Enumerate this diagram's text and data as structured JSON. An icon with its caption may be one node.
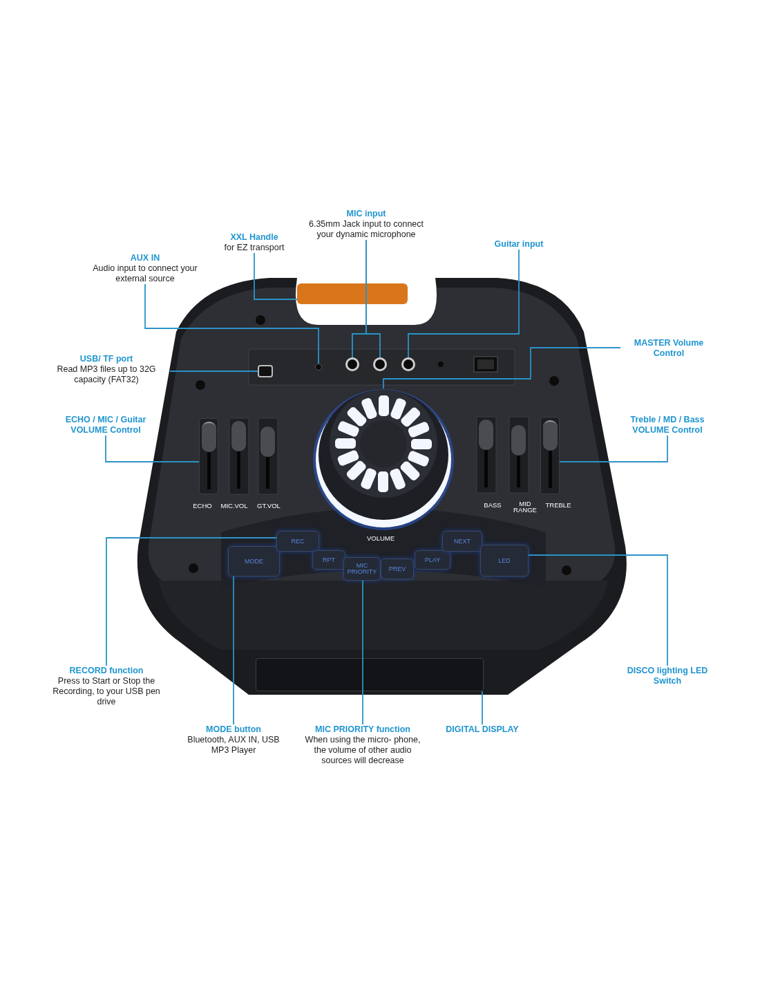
{
  "diagram": {
    "nodes": [
      {
        "text": [
          "MIC input",
          "6.35mm Jack input to connect your dynamic microphone"
        ]
      },
      {
        "text": [
          "XXL Handle",
          "for EZ transport"
        ]
      },
      {
        "text": [
          "Guitar input"
        ]
      },
      {
        "text": [
          "AUX IN",
          "Audio input to connect your external source"
        ]
      },
      {
        "text": [
          "MASTER Volume Control"
        ]
      },
      {
        "text": [
          "USB/ TF port",
          "Read MP3 files up to 32G capacity (FAT32)"
        ]
      },
      {
        "text": [
          "ECHO / MIC / Guitar VOLUME Control"
        ]
      },
      {
        "text": [
          "Treble / MD / Bass VOLUME Control"
        ]
      },
      {
        "text": [
          "RECORD function",
          "Press to Start or Stop the Recording, to your USB pen drive"
        ]
      },
      {
        "text": [
          "DISCO lighting LED Switch"
        ]
      },
      {
        "text": [
          "MODE button",
          "Bluetooth, AUX IN, USB MP3 Player"
        ]
      },
      {
        "text": [
          "MIC PRIORITY function",
          "When using the micro- phone, the volume of other audio sources will decrease"
        ]
      },
      {
        "text": [
          "DIGITAL DISPLAY"
        ]
      },
      {
        "text": [],
        "shape": "bar"
      },
      {
        "text": [],
        "shape": "circle"
      },
      {
        "text": [],
        "shape": "circle"
      },
      {
        "text": [],
        "shape": "circle"
      },
      {
        "text": [],
        "shape": "circle"
      },
      {
        "text": [],
        "shape": "box"
      },
      {
        "text": [],
        "shape": "circle"
      },
      {
        "text": [],
        "shape": "box"
      },
      {
        "text": [],
        "shape": "box"
      },
      {
        "text": [],
        "shape": "box"
      },
      {
        "text": [
          "MODE"
        ]
      },
      {
        "text": [
          "REC"
        ]
      },
      {
        "text": [
          "RPT"
        ]
      },
      {
        "text": [
          "MIC PRIORITY"
        ]
      },
      {
        "text": [
          "PREV"
        ]
      },
      {
        "text": [
          "PLAY"
        ]
      },
      {
        "text": [
          "NEXT"
        ]
      },
      {
        "text": [
          "LED"
        ]
      }
    ],
    "edges": [
      {
        "from": 1,
        "to": 13,
        "arrow": "none"
      },
      {
        "from": 3,
        "to": 14,
        "arrow": "none"
      },
      {
        "from": 0,
        "to": 15,
        "arrow": "none"
      },
      {
        "from": 0,
        "to": 16,
        "arrow": "none"
      },
      {
        "from": 2,
        "to": 17,
        "arrow": "none"
      },
      {
        "from": 4,
        "to": 19,
        "arrow": "none"
      },
      {
        "from": 5,
        "to": 18,
        "arrow": "none"
      },
      {
        "from": 6,
        "to": 20,
        "arrow": "none"
      },
      {
        "from": 7,
        "to": 21,
        "arrow": "none"
      },
      {
        "from": 8,
        "to": 24,
        "arrow": "none"
      },
      {
        "from": 9,
        "to": 30,
        "arrow": "none"
      },
      {
        "from": 10,
        "to": 23,
        "arrow": "none"
      },
      {
        "from": 11,
        "to": 26,
        "arrow": "none"
      },
      {
        "from": 12,
        "to": 22,
        "arrow": "none"
      }
    ],
    "labels": [
      "ECHO",
      "MIC.VOL",
      "GT.VOL",
      "BASS",
      "MID RANGE",
      "TREBLE",
      "VOLUME"
    ]
  }
}
